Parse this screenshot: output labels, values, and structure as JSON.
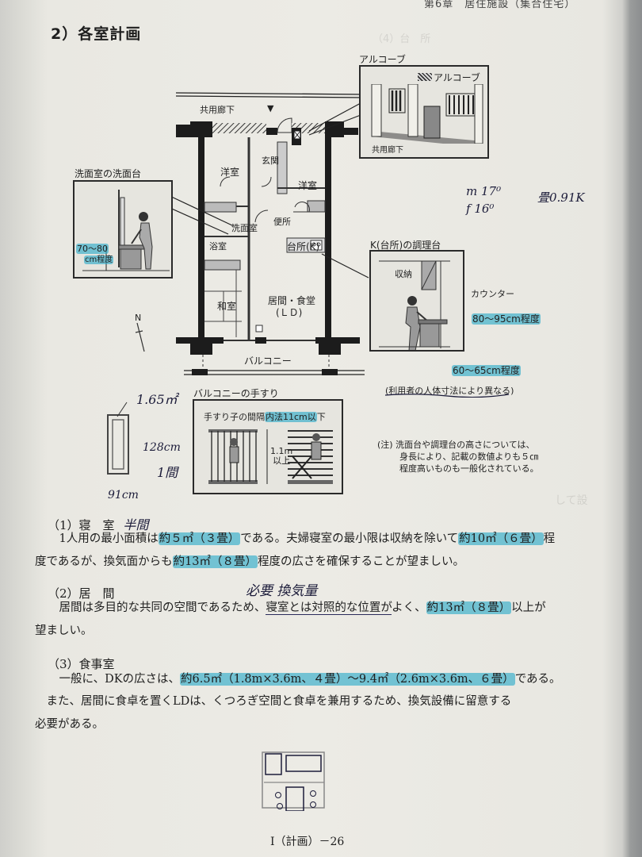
{
  "page": {
    "running_header": "第6章　居住施設（集合住宅）",
    "section_title": "2）各室計画",
    "page_number": "Ⅰ（計画）－26"
  },
  "floor_plan": {
    "corridor_label": "共用廊下",
    "entrance_marker": "▼",
    "rooms": {
      "western_room_1": "洋室",
      "western_room_2": "洋室",
      "entrance": "玄関",
      "washroom": "洗面室",
      "toilet": "便所",
      "bathroom": "浴室",
      "kitchen": "台所(K)",
      "japanese_room": "和室",
      "living_dining_1": "居間・食堂",
      "living_dining_2": "(ＬＤ)"
    },
    "balcony_label": "バルコニー",
    "north_label": "N"
  },
  "callouts": {
    "alcove": {
      "title": "アルコーブ",
      "legend": "アルコーブ",
      "corridor": "共用廊下"
    },
    "washbasin": {
      "title": "洗面室の洗面台",
      "height_line1": "70～80",
      "height_line2": "cm程度"
    },
    "kitchen_counter": {
      "title": "K(台所)の調理台",
      "storage": "収納",
      "counter": "カウンター",
      "height": "80～95cm程度",
      "depth": "60～65cm程度",
      "note": "(利用者の人体寸法により異なる)"
    },
    "balcony_railing": {
      "title": "バルコニーの手すり",
      "spacing_prefix": "手すり子の間隔",
      "spacing_highlight": "内法11cm以",
      "spacing_suffix": "下",
      "height_line1": "1.1m",
      "height_line2": "以上"
    }
  },
  "note": {
    "line1": "(注) 洗面台や調理台の高さについては、",
    "line2": "身長により、記載の数値よりも５㎝",
    "line3": "程度高いものも一般化されている。"
  },
  "handwritten": {
    "height_m": "m  17⁰",
    "height_f": "f  16⁰",
    "tatami": "畳0.91K",
    "area": "1.65㎡",
    "length": "128cm",
    "one_ken": "1間",
    "width": "91cm",
    "bedroom_note": "半間",
    "living_note": "必要 換気量"
  },
  "sections": [
    {
      "heading": "（1）寝　室",
      "lines": [
        {
          "a": "　1人用の最小面積は",
          "hl1": "約５㎡（３畳）",
          "b": "である。夫婦寝室の最小限は収納を除いて",
          "hl2": "約10㎡（６畳）",
          "c": "程"
        },
        {
          "a": "度であるが、換気面からも",
          "hl1": "約13㎡（８畳）",
          "b": "程度の広さを確保することが望ましい。"
        }
      ]
    },
    {
      "heading": "（2）居　間",
      "lines": [
        {
          "a": "　居間は多目的な共同の空間であるため、",
          "ul": "寝室とは対照的な位置が",
          "b": "よく、",
          "hl1": "約13㎡（８畳）",
          "c": "以上が"
        },
        {
          "a": "望ましい。"
        }
      ]
    },
    {
      "heading": "（3）食事室",
      "lines": [
        {
          "a": "　一般に、DKの広さは、",
          "hl1": "約6.5㎡（1.8m×3.6m、４畳）～9.4㎡（2.6m×3.6m、６畳）",
          "b": "である。"
        },
        {
          "a": "　また、居間に食卓を置くLDは、くつろぎ空間と食卓を兼用するため、換気設備に留意する"
        },
        {
          "a": "必要がある。"
        }
      ]
    }
  ],
  "colors": {
    "highlighter": "#28aac8",
    "paper": "#ecebe5",
    "ink": "#1e1e1e",
    "pen": "#1c1c3a"
  }
}
